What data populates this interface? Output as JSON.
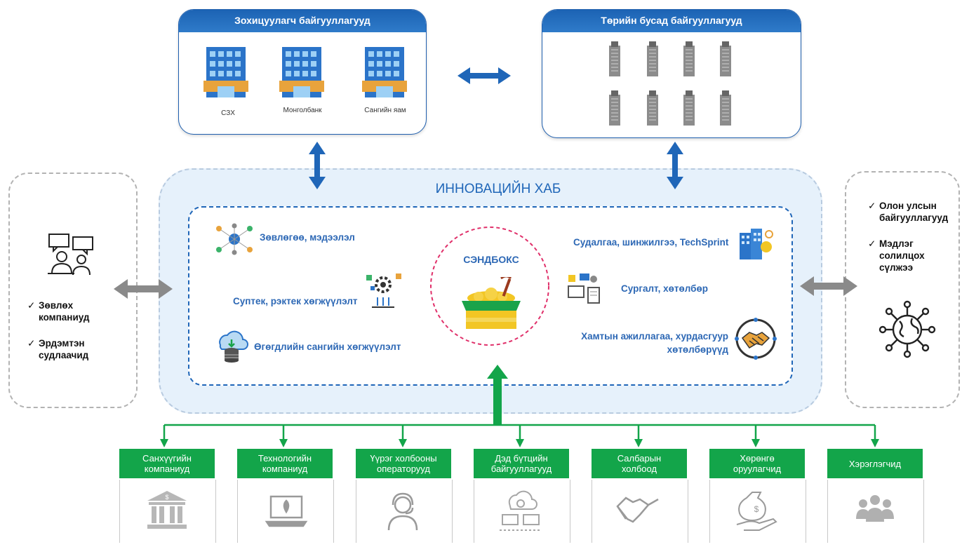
{
  "regulators": {
    "title": "Зохицуулагч байгууллагууд",
    "labels": [
      "СЗХ",
      "Монголбанк",
      "Сангийн яам"
    ]
  },
  "other_gov": {
    "title": "Төрийн бусад байгууллагууд"
  },
  "hub": {
    "title": "ИННОВАЦИЙН ХАБ",
    "sandbox": "СЭНДБОКС",
    "left_items": [
      "Зөвлөгөө, мэдээлэл",
      "Суптек, рэктек хөгжүүлэлт",
      "Өгөгдлийн сангийн хөгжүүлэлт"
    ],
    "right_items": [
      "Судалгаа, шинжилгээ, TechSprint",
      "Сургалт, хөтөлбөр",
      "Хамтын ажиллагаа, хурдасгуур",
      "хөтөлбөрүүд"
    ]
  },
  "left_panel": {
    "items": [
      "Зөвлөх",
      "компаниуд",
      "Эрдэмтэн",
      "судлаачид"
    ]
  },
  "right_panel": {
    "items": [
      "Олон улсын",
      "байгууллагууд",
      "Мэдлэг",
      "солилцох",
      "сүлжээ"
    ]
  },
  "stakeholders": [
    [
      "Санхүүгийн",
      "компаниуд"
    ],
    [
      "Технологийн",
      "компаниуд"
    ],
    [
      "Үүрэг холбооны",
      "операторууд"
    ],
    [
      "Дэд бүтцийн",
      "байгууллагууд"
    ],
    [
      "Салбарын",
      "холбоод"
    ],
    [
      "Хөрөнгө",
      "оруулагчид"
    ],
    [
      "Хэрэглэгчид",
      ""
    ]
  ],
  "colors": {
    "blue": "#1f66b8",
    "green": "#13a54a",
    "gray_arrow": "#8a8a8a",
    "sandbox_ring": "#e0306a"
  },
  "icons": [
    "building-icon",
    "tower-icon",
    "chat-people-icon",
    "network-icon",
    "gears-icon",
    "database-cloud-icon",
    "sandbox-icon",
    "research-icon",
    "training-icon",
    "handshake-icon",
    "globe-network-icon",
    "bank-icon",
    "laptop-rocket-icon",
    "support-agent-icon",
    "infrastructure-icon",
    "money-bag-icon",
    "users-icon"
  ]
}
